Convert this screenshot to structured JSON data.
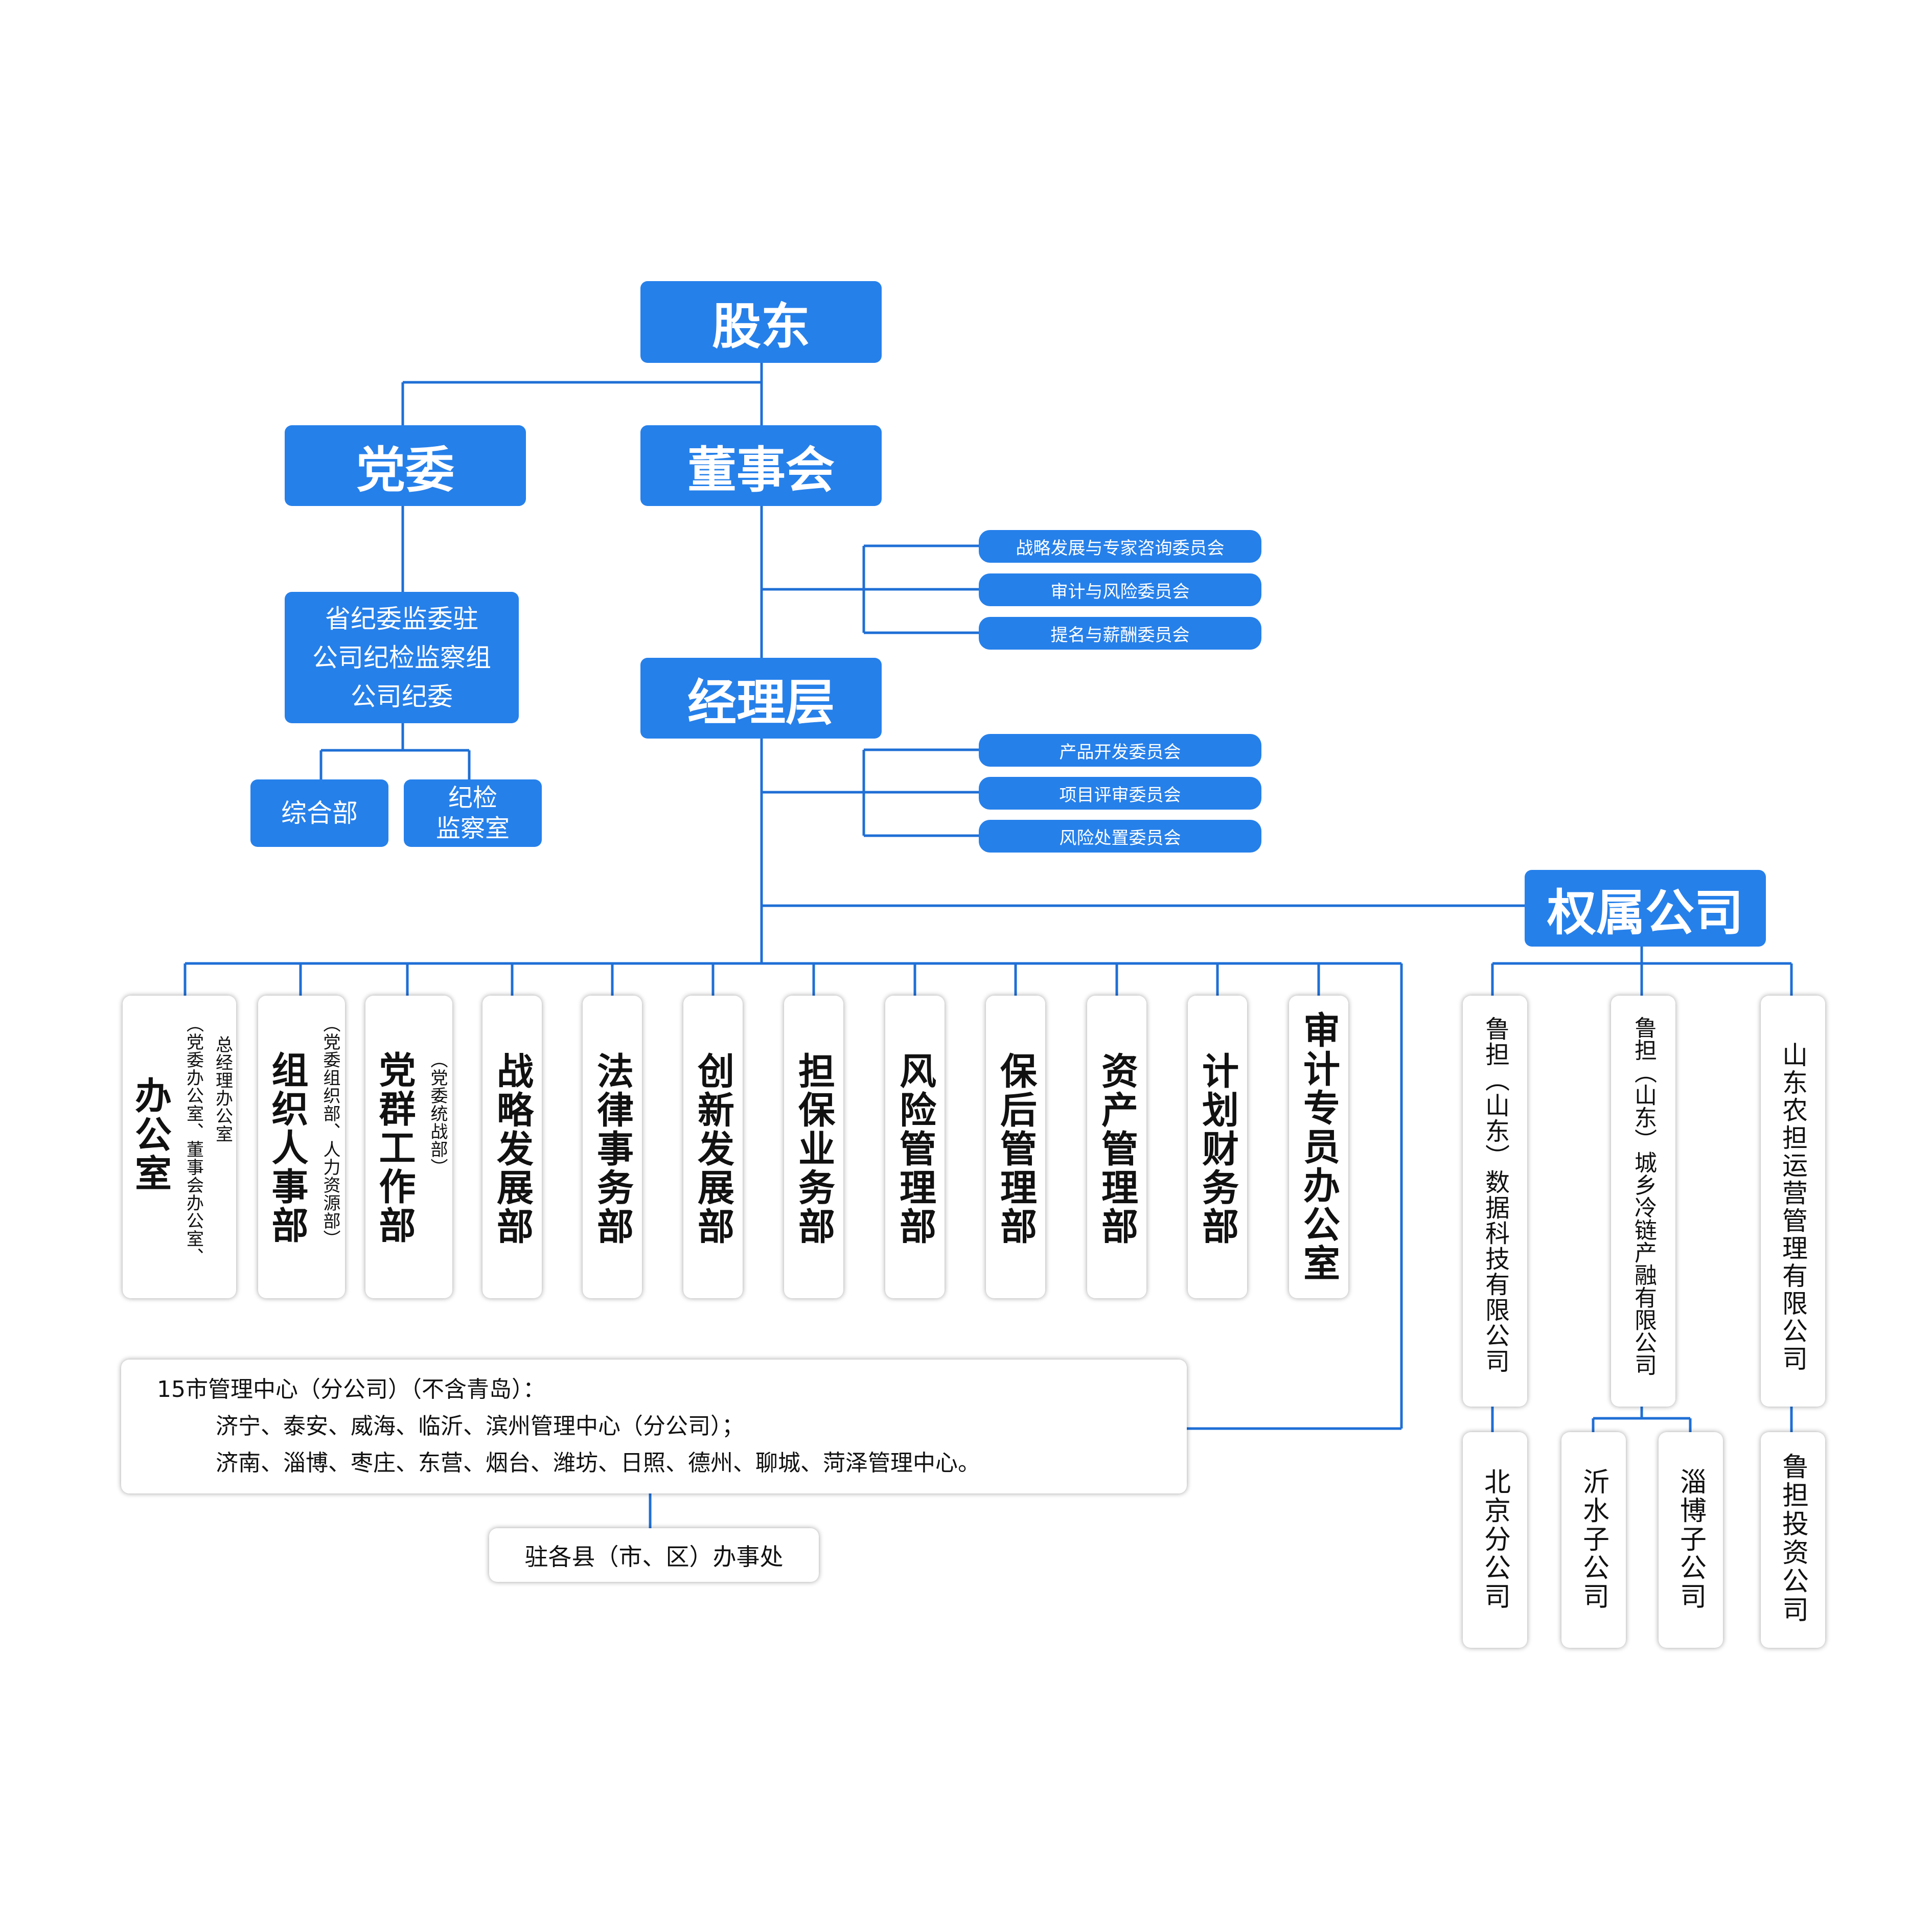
{
  "top": {
    "shareholders": "股东",
    "party_committee": "党委",
    "board": "董事会",
    "management": "经理层",
    "subsidiaries": "权属公司"
  },
  "discipline": {
    "main": [
      "省纪委监委驻",
      "公司纪检监察组",
      "公司纪委"
    ],
    "general_dept": "综合部",
    "supervision_room": [
      "纪检",
      "监察室"
    ]
  },
  "board_committees": [
    "战略发展与专家咨询委员会",
    "审计与风险委员会",
    "提名与薪酬委员会"
  ],
  "management_committees": [
    "产品开发委员会",
    "项目评审委员会",
    "风险处置委员会"
  ],
  "departments": [
    {
      "name": "办公室",
      "notes": [
        "总经理办公室",
        "（党委办公室、董事会办公室、"
      ]
    },
    {
      "name": "组织人事部",
      "notes": [
        "（党委组织部、人力资源部）"
      ]
    },
    {
      "name": "党群工作部",
      "notes": [
        "（党委统战部）"
      ]
    },
    {
      "name": "战略发展部",
      "notes": []
    },
    {
      "name": "法律事务部",
      "notes": []
    },
    {
      "name": "创新发展部",
      "notes": []
    },
    {
      "name": "担保业务部",
      "notes": []
    },
    {
      "name": "风险管理部",
      "notes": []
    },
    {
      "name": "保后管理部",
      "notes": []
    },
    {
      "name": "资产管理部",
      "notes": []
    },
    {
      "name": "计划财务部",
      "notes": []
    },
    {
      "name": "审计专员办公室",
      "notes": []
    }
  ],
  "branches": {
    "lines": [
      "15市管理中心（分公司）（不含青岛）：",
      "济宁、泰安、威海、临沂、滨州管理中心（分公司）；",
      "济南、淄博、枣庄、东营、烟台、潍坊、日照、德州、聊城、菏泽管理中心。"
    ],
    "county_offices": "驻各县（市、区）办事处"
  },
  "companies": [
    {
      "name": "鲁担（山东）数据科技有限公司",
      "children": [
        "北京分公司"
      ]
    },
    {
      "name": "鲁担（山东）城乡冷链产融有限公司",
      "children": [
        "沂水子公司",
        "淄博子公司"
      ]
    },
    {
      "name": "山东农担运营管理有限公司",
      "children": [
        "鲁担投资公司"
      ]
    }
  ],
  "colors": {
    "primary": "#2680ea",
    "line": "#1f6fd6"
  }
}
